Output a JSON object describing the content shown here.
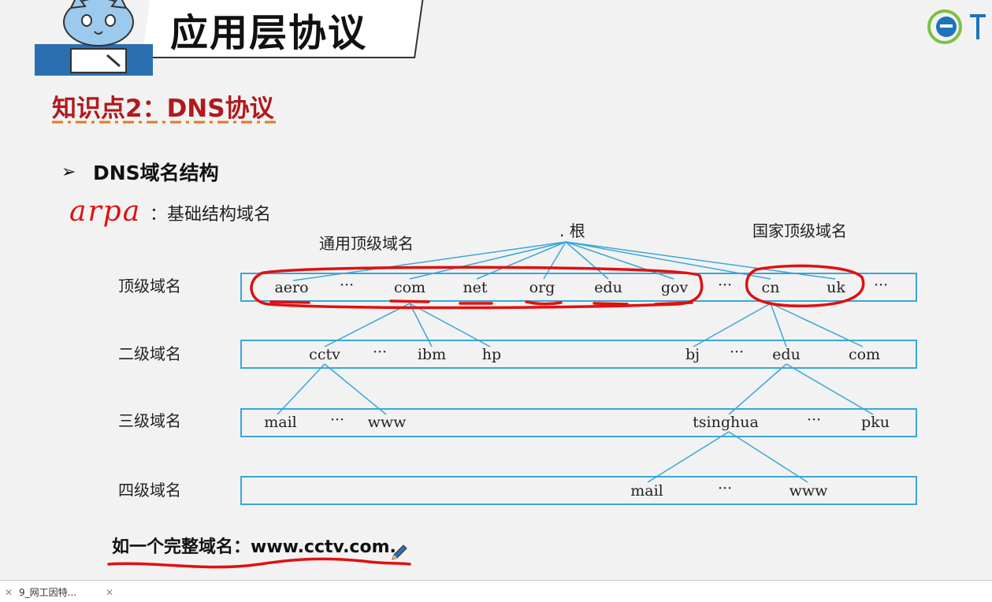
{
  "header": {
    "title": "应用层协议"
  },
  "knowledge_point": {
    "title": "知识点2：DNS协议"
  },
  "section": {
    "heading": "DNS域名结构"
  },
  "annotation": {
    "handwritten": "arpa",
    "description": "：基础结构域名"
  },
  "tree": {
    "root_label": ". 根",
    "generic_group_label": "通用顶级域名",
    "country_group_label": "国家顶级域名",
    "ellipsis": "···",
    "levels": [
      {
        "label": "顶级域名",
        "nodes": [
          "aero",
          "com",
          "net",
          "org",
          "edu",
          "gov",
          "cn",
          "uk"
        ]
      },
      {
        "label": "二级域名",
        "nodes": [
          "cctv",
          "ibm",
          "hp",
          "bj",
          "edu",
          "com"
        ]
      },
      {
        "label": "三级域名",
        "nodes": [
          "mail",
          "www",
          "tsinghua",
          "pku"
        ]
      },
      {
        "label": "四级域名",
        "nodes": [
          "mail",
          "www"
        ]
      }
    ]
  },
  "example": {
    "text": "如一个完整域名：www.cctv.com."
  },
  "taskbar": {
    "tab_label": "9_网工因特..."
  },
  "colors": {
    "accent_red": "#b0191d",
    "ink_red": "#e01010",
    "tree_line": "#3aa7d6"
  }
}
